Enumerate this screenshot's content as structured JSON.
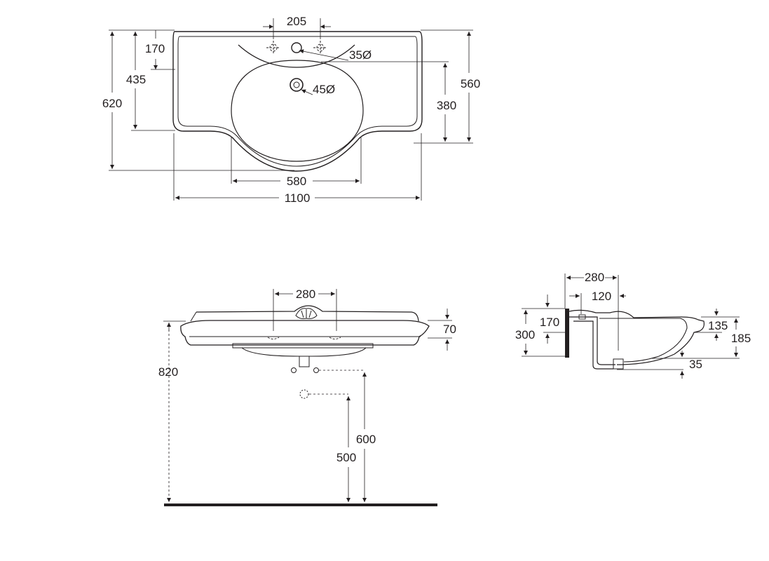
{
  "top_view": {
    "dims": {
      "tap_spacing": "205",
      "tap_hole_offset": "170",
      "basin_depth_to_edge": "435",
      "total_depth": "620",
      "tap_hole_diameter": "35Ø",
      "overflow_diameter": "45Ø",
      "bowl_depth": "380",
      "side_depth": "560",
      "bowl_width": "580",
      "total_width": "1100"
    }
  },
  "front_view": {
    "dims": {
      "tap_spacing": "280",
      "rim_height": "70",
      "install_height": "820",
      "supply_height": "600",
      "waste_height": "500"
    }
  },
  "side_view": {
    "dims": {
      "depth": "280",
      "drain_offset": "120",
      "wall_offset": "170",
      "overall_height": "300",
      "bowl_depth": "135",
      "total_height": "185",
      "drain_length": "35"
    }
  },
  "colors": {
    "line": "#231f20",
    "background": "#ffffff"
  }
}
